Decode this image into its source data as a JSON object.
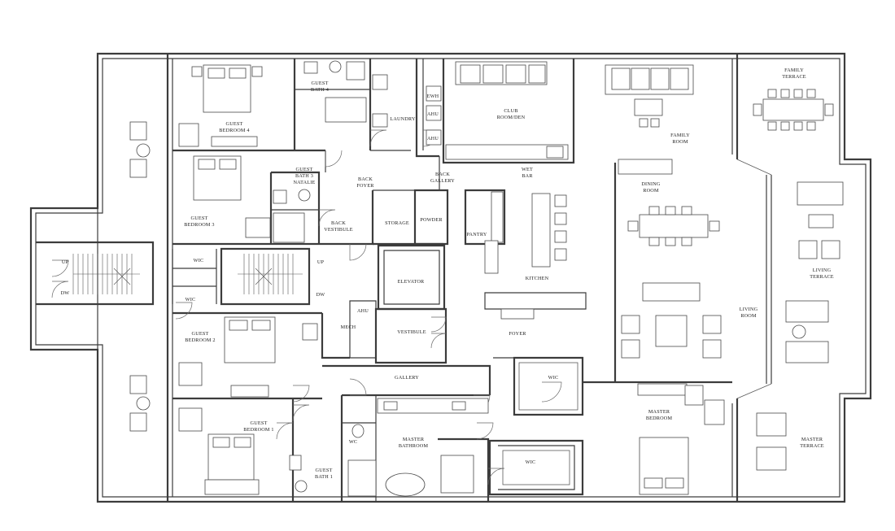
{
  "plan": {
    "rooms": {
      "family_terrace": [
        "FAMILY",
        "TERRACE"
      ],
      "guest_bath_4": [
        "GUEST",
        "BATH 4"
      ],
      "laundry": [
        "LAUNDRY"
      ],
      "club_room": [
        "CLUB",
        "ROOM/DEN"
      ],
      "guest_bedroom_4": [
        "GUEST",
        "BEDROOM 4"
      ],
      "family_room": [
        "FAMILY",
        "ROOM"
      ],
      "wet_bar": [
        "WET",
        "BAR"
      ],
      "guest_bath_3": [
        "GUEST",
        "BATH 3",
        "NATALIE"
      ],
      "back_foyer": [
        "BACK",
        "FOYER"
      ],
      "back_gallery": [
        "BACK",
        "GALLERY"
      ],
      "dining_room": [
        "DINING",
        "ROOM"
      ],
      "guest_bedroom_3": [
        "GUEST",
        "BEDROOM 3"
      ],
      "back_vestibule": [
        "BACK",
        "VESTIBULE"
      ],
      "storage": [
        "STORAGE"
      ],
      "powder": [
        "POWDER"
      ],
      "pantry": [
        "PANTRY"
      ],
      "living_terrace": [
        "LIVING",
        "TERRACE"
      ],
      "elevator": [
        "ELEVATOR"
      ],
      "kitchen": [
        "KITCHEN"
      ],
      "living_room": [
        "LIVING",
        "ROOM"
      ],
      "guest_bedroom_2": [
        "GUEST",
        "BEDROOM 2"
      ],
      "mech": [
        "MECH"
      ],
      "vestibule": [
        "VESTIBULE"
      ],
      "foyer": [
        "FOYER"
      ],
      "gallery": [
        "GALLERY"
      ],
      "wic_master_1": [
        "WIC"
      ],
      "master_bedroom": [
        "MASTER",
        "BEDROOM"
      ],
      "guest_bedroom_1": [
        "GUEST",
        "BEDROOM 1"
      ],
      "master_bathroom": [
        "MASTER",
        "BATHROOM"
      ],
      "wc": [
        "WC"
      ],
      "wic_master_2": [
        "WIC"
      ],
      "master_terrace": [
        "MASTER",
        "TERRACE"
      ],
      "guest_bath_1": [
        "GUEST",
        "BATH 1"
      ],
      "wic_upper": [
        "WIC"
      ],
      "wic_lower": [
        "WIC"
      ]
    },
    "equipment": {
      "ewh": "EWH",
      "ahu_laundry_1": "AHU",
      "ahu_laundry_2": "AHU",
      "ahu_mech": "AHU"
    },
    "stairs": {
      "left_up": "UP",
      "left_down": "DW",
      "right_up": "UP",
      "right_down": "DW"
    }
  }
}
